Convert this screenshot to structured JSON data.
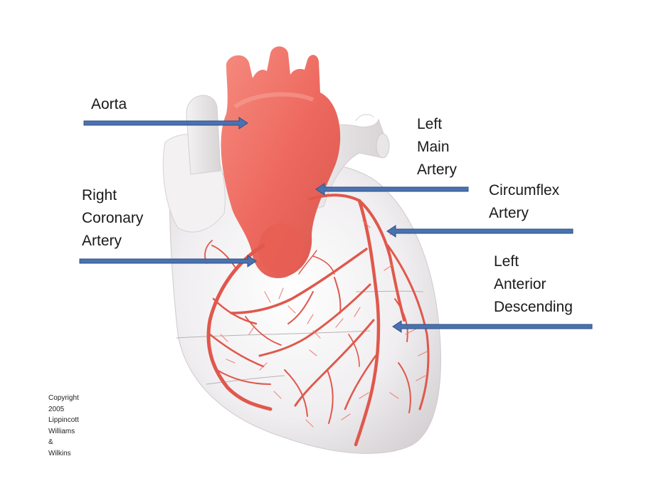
{
  "labels": {
    "aorta": [
      "Aorta"
    ],
    "left_main": [
      "Left",
      "Main",
      "Artery"
    ],
    "right_coronary": [
      "Right",
      "Coronary",
      "Artery"
    ],
    "circumflex": [
      "Circumflex",
      "Artery"
    ],
    "lad": [
      "Left",
      "Anterior",
      "Descending"
    ]
  },
  "copyright": [
    "Copyright",
    "2005",
    "Lippincott",
    "Williams",
    "&",
    "Wilkins"
  ],
  "colors": {
    "heart_body": "#f1eff0",
    "heart_shadow": "#dcd8da",
    "aorta": "#ee6a60",
    "artery": "#e0584c",
    "arrow_fill": "#4a72b0",
    "arrow_stroke": "#2e4f86"
  }
}
